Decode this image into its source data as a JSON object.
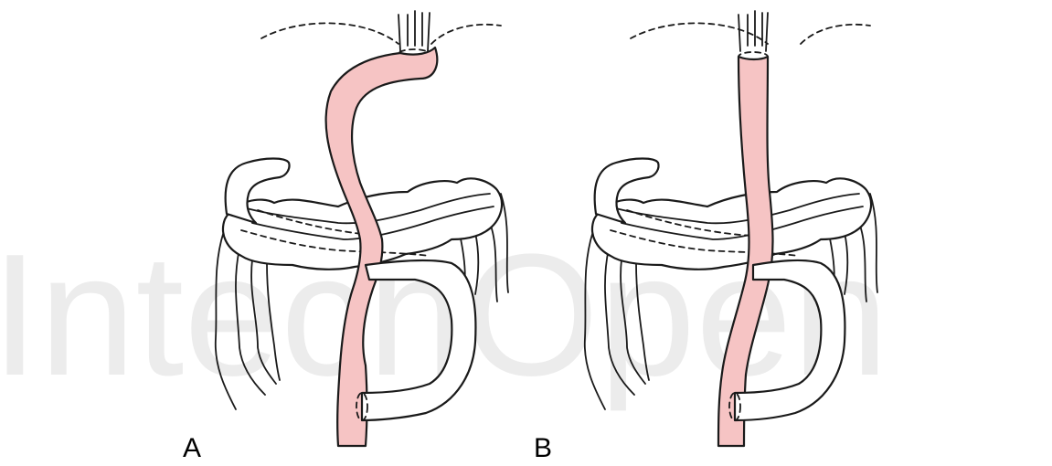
{
  "watermark": {
    "text": "IntechOpen",
    "color": "#ececec"
  },
  "colors": {
    "graft": "#f6c4c4",
    "line": "#1a1a1a",
    "background": "#ffffff"
  },
  "panels": [
    {
      "label": "A"
    },
    {
      "label": "B"
    }
  ]
}
